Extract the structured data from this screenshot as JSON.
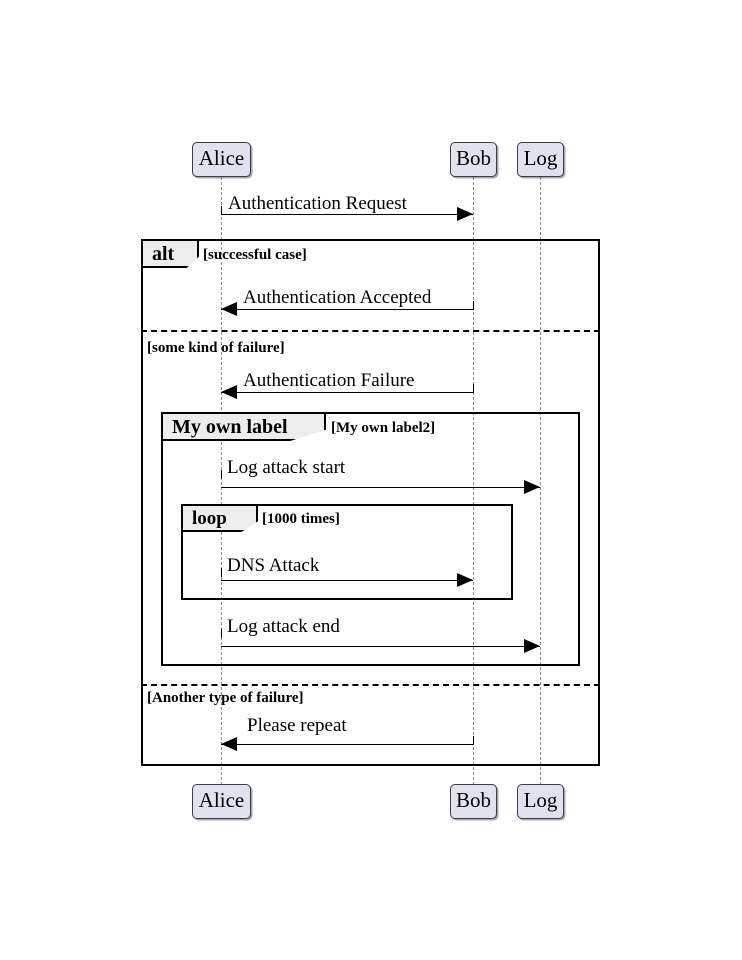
{
  "diagram": {
    "type": "uml-sequence-diagram",
    "title": "",
    "background_color": "#ffffff",
    "participant_fill": "#E2E2EF",
    "participant_border": "#3b3b4a",
    "fragment_tag_fill": "#EDEDED",
    "lifeline_color": "#8b8b95",
    "line_color": "#000000"
  },
  "participants": [
    {
      "name": "Alice",
      "id": "alice"
    },
    {
      "name": "Bob",
      "id": "bob"
    },
    {
      "name": "Log",
      "id": "log"
    }
  ],
  "participants_bottom": [
    {
      "name": "Alice",
      "id": "alice-bottom"
    },
    {
      "name": "Bob",
      "id": "bob-bottom"
    },
    {
      "name": "Log",
      "id": "log-bottom"
    }
  ],
  "messages": [
    {
      "id": "m1",
      "label": "Authentication Request",
      "from": "Alice",
      "to": "Bob",
      "direction": "right"
    },
    {
      "id": "m2",
      "label": "Authentication Accepted",
      "from": "Bob",
      "to": "Alice",
      "direction": "left"
    },
    {
      "id": "m3",
      "label": "Authentication Failure",
      "from": "Bob",
      "to": "Alice",
      "direction": "left"
    },
    {
      "id": "m4",
      "label": "Log attack start",
      "from": "Alice",
      "to": "Log",
      "direction": "right"
    },
    {
      "id": "m5",
      "label": "DNS Attack",
      "from": "Alice",
      "to": "Bob",
      "direction": "right"
    },
    {
      "id": "m6",
      "label": "Log attack end",
      "from": "Alice",
      "to": "Log",
      "direction": "right"
    },
    {
      "id": "m7",
      "label": "Please repeat",
      "from": "Bob",
      "to": "Alice",
      "direction": "left"
    }
  ],
  "fragments": {
    "alt": {
      "operator": "alt",
      "guard": "[successful case]",
      "sections": [
        {
          "guard": "[successful case]"
        },
        {
          "guard": "[some kind of failure]"
        },
        {
          "guard": "[Another type of failure]"
        }
      ]
    },
    "custom": {
      "operator": "My own label",
      "guard": "[My own label2]"
    },
    "loop": {
      "operator": "loop",
      "guard": "[1000 times]"
    }
  }
}
